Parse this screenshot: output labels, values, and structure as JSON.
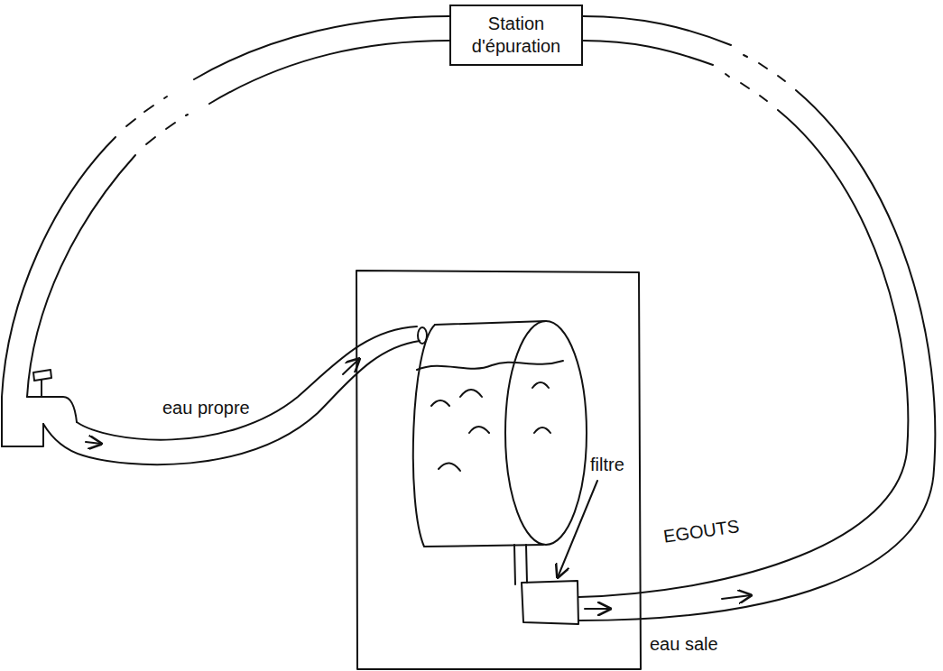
{
  "diagram": {
    "nodes": [
      {
        "text": [
          "Station d'épuration"
        ]
      }
    ],
    "labels": [
      "eau propre",
      "filtre",
      "EGOUTS",
      "eau sale"
    ]
  }
}
